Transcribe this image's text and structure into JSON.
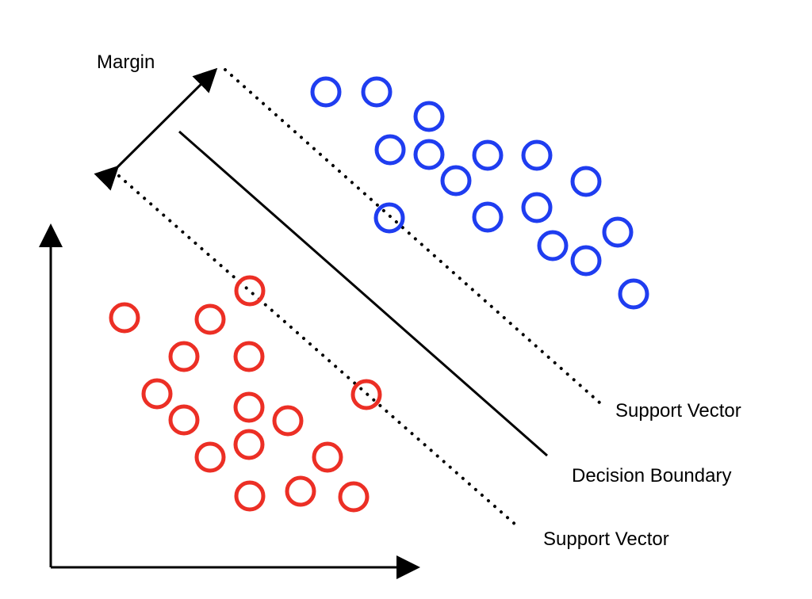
{
  "labels": {
    "margin": "Margin",
    "support_vector_top": "Support Vector",
    "decision_boundary": "Decision Boundary",
    "support_vector_bottom": "Support Vector"
  },
  "colors": {
    "class_a": "#1f3df0",
    "class_b": "#ec2f25",
    "line": "#000000",
    "background": "#ffffff"
  }
}
